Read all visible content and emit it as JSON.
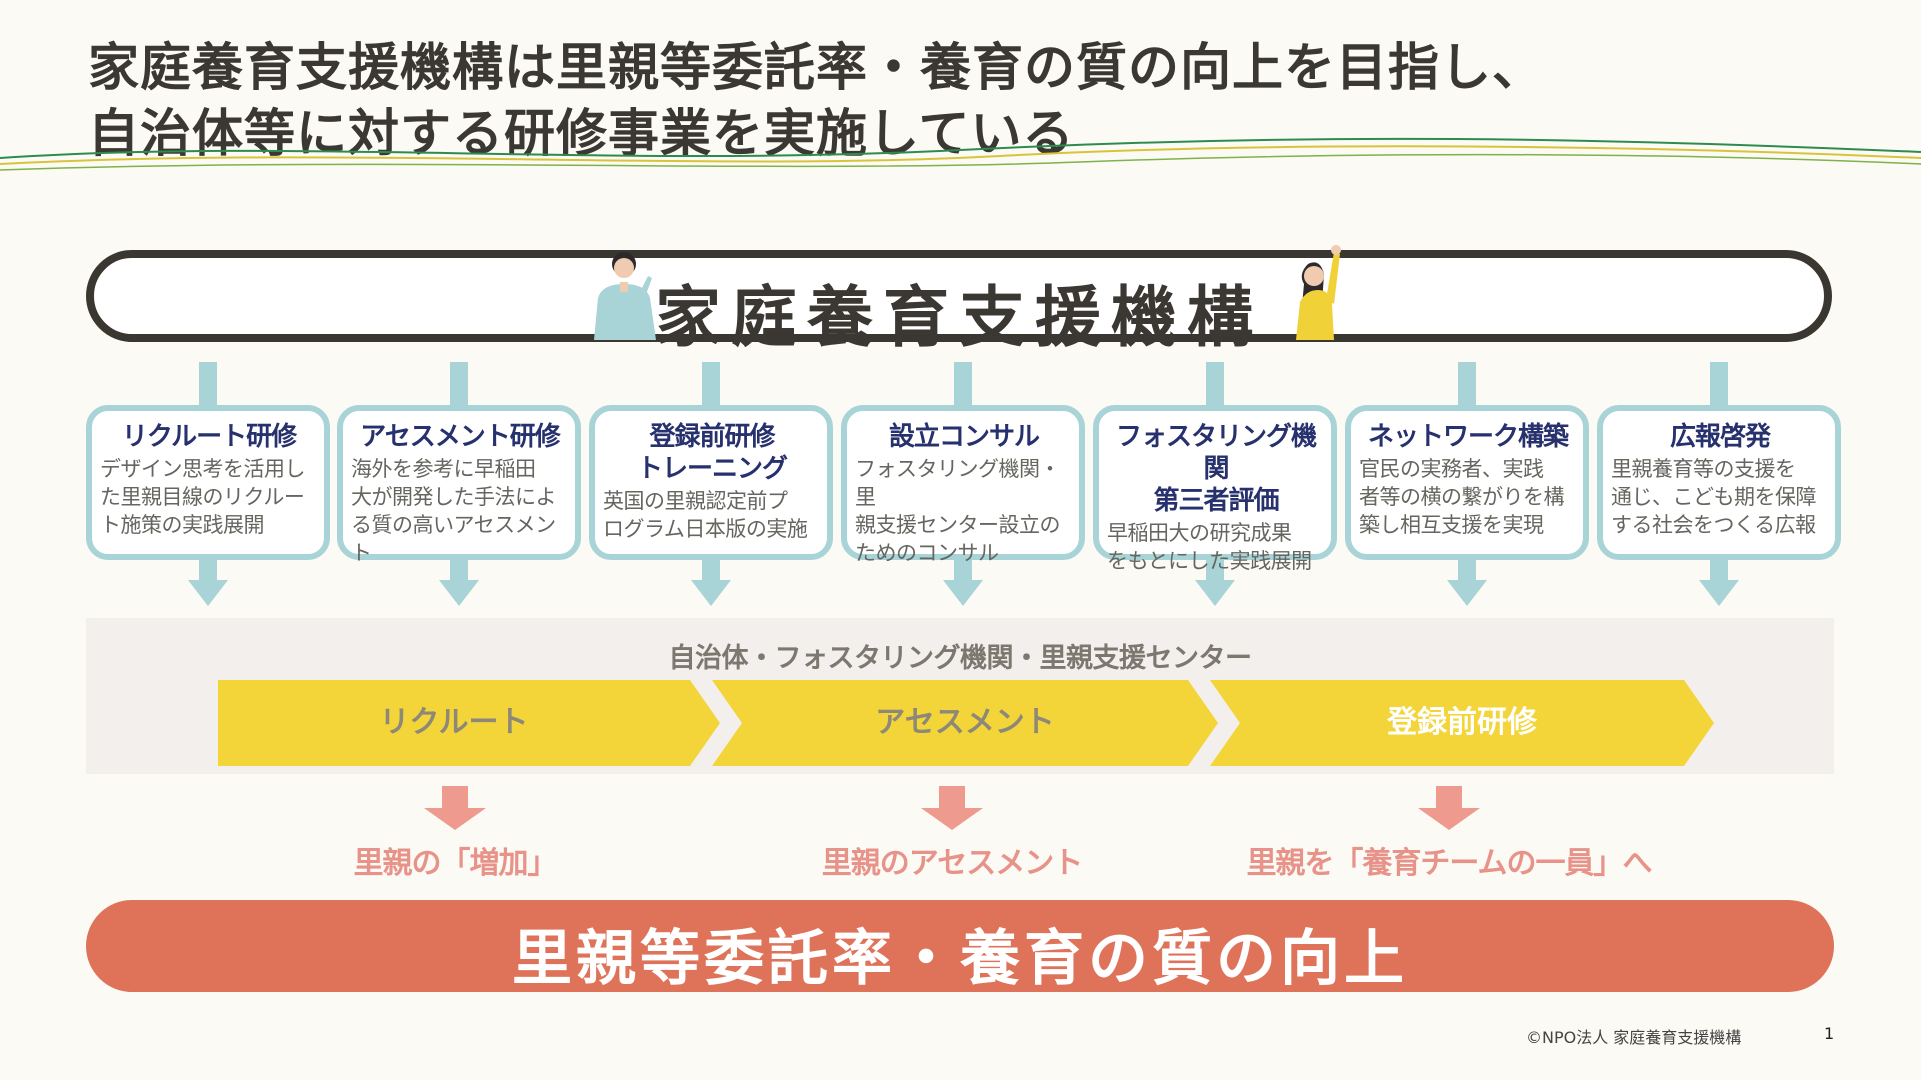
{
  "title": {
    "line1": "家庭養育支援機構は里親等委託率・養育の質の向上を目指し、",
    "line2": "自治体等に対する研修事業を実施している"
  },
  "organization": {
    "name": "家庭養育支援機構"
  },
  "programs": [
    {
      "title": "リクルート研修",
      "description": "デザイン思考を活用し\nた里親目線のリクルー\nト施策の実践展開"
    },
    {
      "title": "アセスメント研修",
      "description": "海外を参考に早稲田\n大が開発した手法によ\nる質の高いアセスメント"
    },
    {
      "title": "登録前研修\nトレーニング",
      "description": "英国の里親認定前プ\nログラム日本版の実施"
    },
    {
      "title": "設立コンサル",
      "description": "フォスタリング機関・里\n親支援センター設立の\nためのコンサル"
    },
    {
      "title": "フォスタリング機関\n第三者評価",
      "description": "早稲田大の研究成果\nをもとにした実践展開"
    },
    {
      "title": "ネットワーク構築",
      "description": "官民の実務者、実践\n者等の横の繋がりを構\n築し相互支援を実現"
    },
    {
      "title": "広報啓発",
      "description": "里親養育等の支援を\n通じ、こども期を保障\nする社会をつくる広報"
    }
  ],
  "flow": {
    "caption": "自治体・フォスタリング機関・里親支援センター",
    "stages": [
      {
        "label": "リクルート",
        "text_color": "#8d8878"
      },
      {
        "label": "アセスメント",
        "text_color": "#8d8878"
      },
      {
        "label": "登録前研修",
        "text_color": "#ffffff"
      }
    ],
    "chevron_color": "#f3d53a"
  },
  "outcomes": [
    {
      "label": "里親の「増加」"
    },
    {
      "label": "里親のアセスメント"
    },
    {
      "label": "里親を「養育チームの一員」へ"
    }
  ],
  "goal": {
    "label": "里親等委託率・養育の質の向上"
  },
  "footer": {
    "copyright": "©NPO法人 家庭養育支援機構",
    "page_number": "1"
  },
  "colors": {
    "card_border": "#a8d3d7",
    "card_title": "#26316d",
    "outcome_text": "#e8938a",
    "outcome_arrow": "#ee9a8f",
    "goal_bar": "#de735a",
    "banner_border": "#3a3730"
  },
  "icons": [
    "person-thinking-icon",
    "person-raising-hand-icon"
  ]
}
